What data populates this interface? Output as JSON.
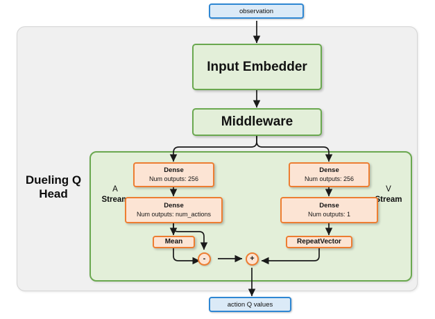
{
  "diagram": {
    "title_visible": false,
    "colors": {
      "io_border": "#2e87d3",
      "io_fill": "#dbeaf7",
      "module_border": "#6aa84f",
      "module_fill": "#e3efd9",
      "layer_border": "#ed7d31",
      "layer_fill": "#fce4d4",
      "outer_fill": "#f0f0f0",
      "wire": "#1a1a1a"
    },
    "input": {
      "label": "observation"
    },
    "output": {
      "label": "action Q values"
    },
    "modules": {
      "input_embedder": "Input Embedder",
      "middleware": "Middleware"
    },
    "head": {
      "title_line1": "Dueling Q",
      "title_line2": "Head",
      "a_stream": {
        "line1": "A",
        "line2": "Stream"
      },
      "v_stream": {
        "line1": "V",
        "line2": "Stream"
      }
    },
    "a_stream_layers": [
      {
        "name": "Dense",
        "detail": "Num outputs: 256"
      },
      {
        "name": "Dense",
        "detail": "Num outputs: num_actions"
      },
      {
        "name": "Mean",
        "detail": ""
      }
    ],
    "v_stream_layers": [
      {
        "name": "Dense",
        "detail": "Num outputs: 256"
      },
      {
        "name": "Dense",
        "detail": "Num outputs: 1"
      },
      {
        "name": "RepeatVector",
        "detail": ""
      }
    ],
    "operators": {
      "subtract": "-",
      "add": "+"
    }
  }
}
